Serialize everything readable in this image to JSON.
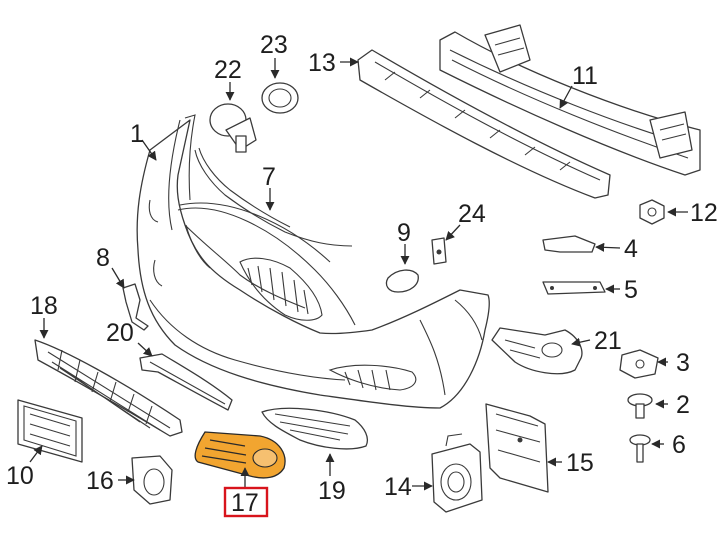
{
  "diagram": {
    "callouts": [
      "1",
      "2",
      "3",
      "4",
      "5",
      "6",
      "7",
      "8",
      "9",
      "10",
      "11",
      "12",
      "13",
      "14",
      "15",
      "16",
      "17",
      "18",
      "19",
      "20",
      "21",
      "22",
      "23",
      "24"
    ],
    "highlighted_callout": "17",
    "colors": {
      "highlight_fill": "#f2a530",
      "highlight_border": "#d8141c",
      "line": "#3a3a3a"
    }
  }
}
